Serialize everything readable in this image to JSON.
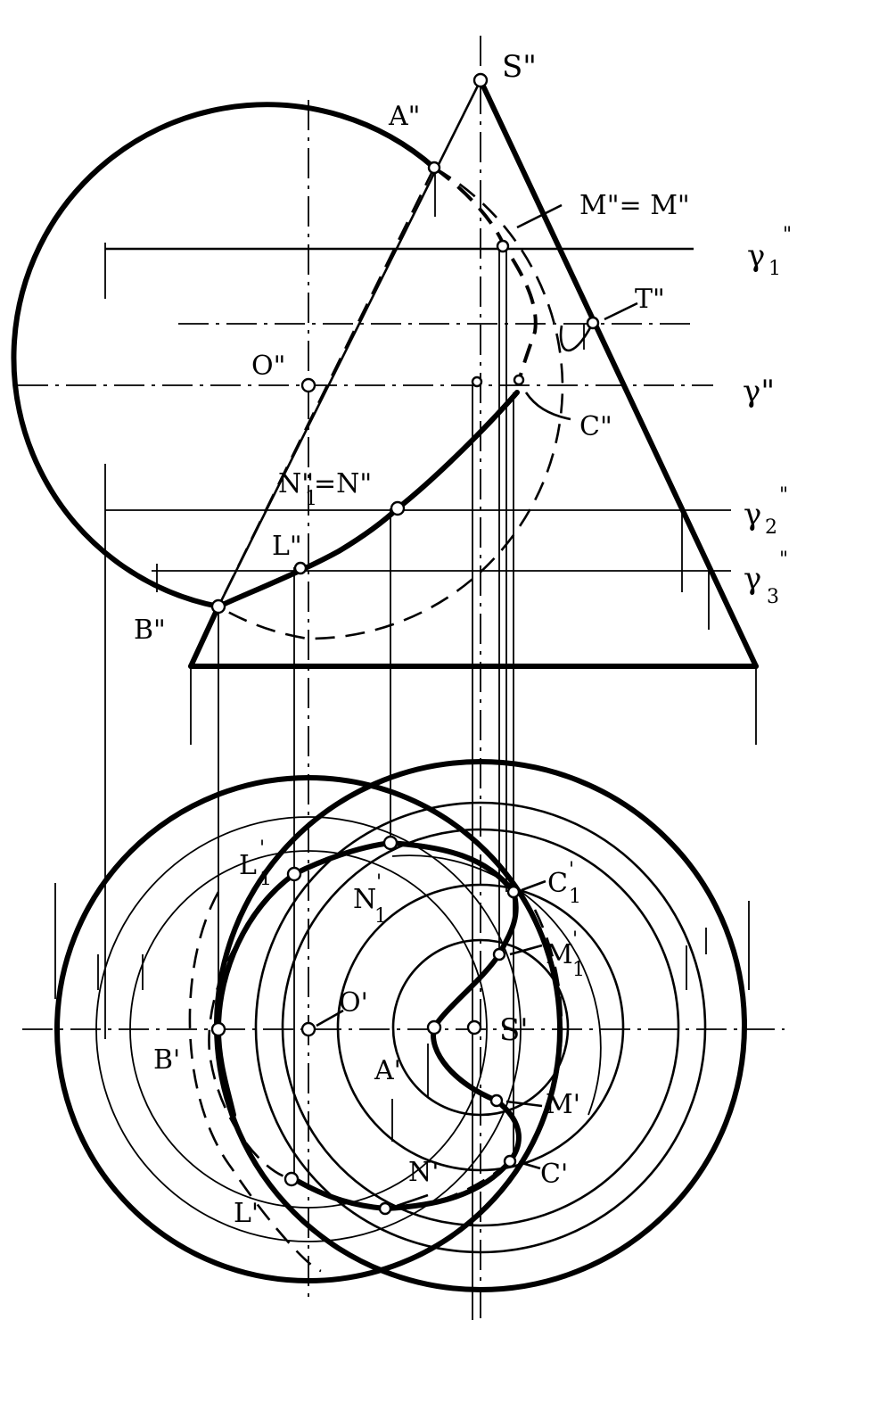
{
  "labels": {
    "S2": "S\"",
    "A2": "A\"",
    "M2": "M\"= M\"",
    "T2": "T\"",
    "O2": "O\"",
    "C2": "C\"",
    "N2": "N\"=N\"",
    "N2sub": "1",
    "L2": "L\"",
    "B2": "B\"",
    "g1": "γ",
    "g1sub": "1",
    "g1prime": "\"",
    "g": "γ\"",
    "g2": "γ",
    "g2sub": "2",
    "g2prime": "\"",
    "g3": "γ",
    "g3sub": "3",
    "g3prime": "\"",
    "L1p": "L",
    "L1psub": "1",
    "L1pprime": "'",
    "N1p": "N",
    "N1psub": "1",
    "N1pprime": "'",
    "C1p": "C",
    "C1psub": "1",
    "C1pprime": "'",
    "M1p": "M",
    "M1psub": "1",
    "M1pprime": "'",
    "O1": "O'",
    "S1": "S'",
    "B1": "B'",
    "A1": "A'",
    "M1": "M'",
    "N1": "N'",
    "C1": "C'",
    "L1": "L'"
  }
}
